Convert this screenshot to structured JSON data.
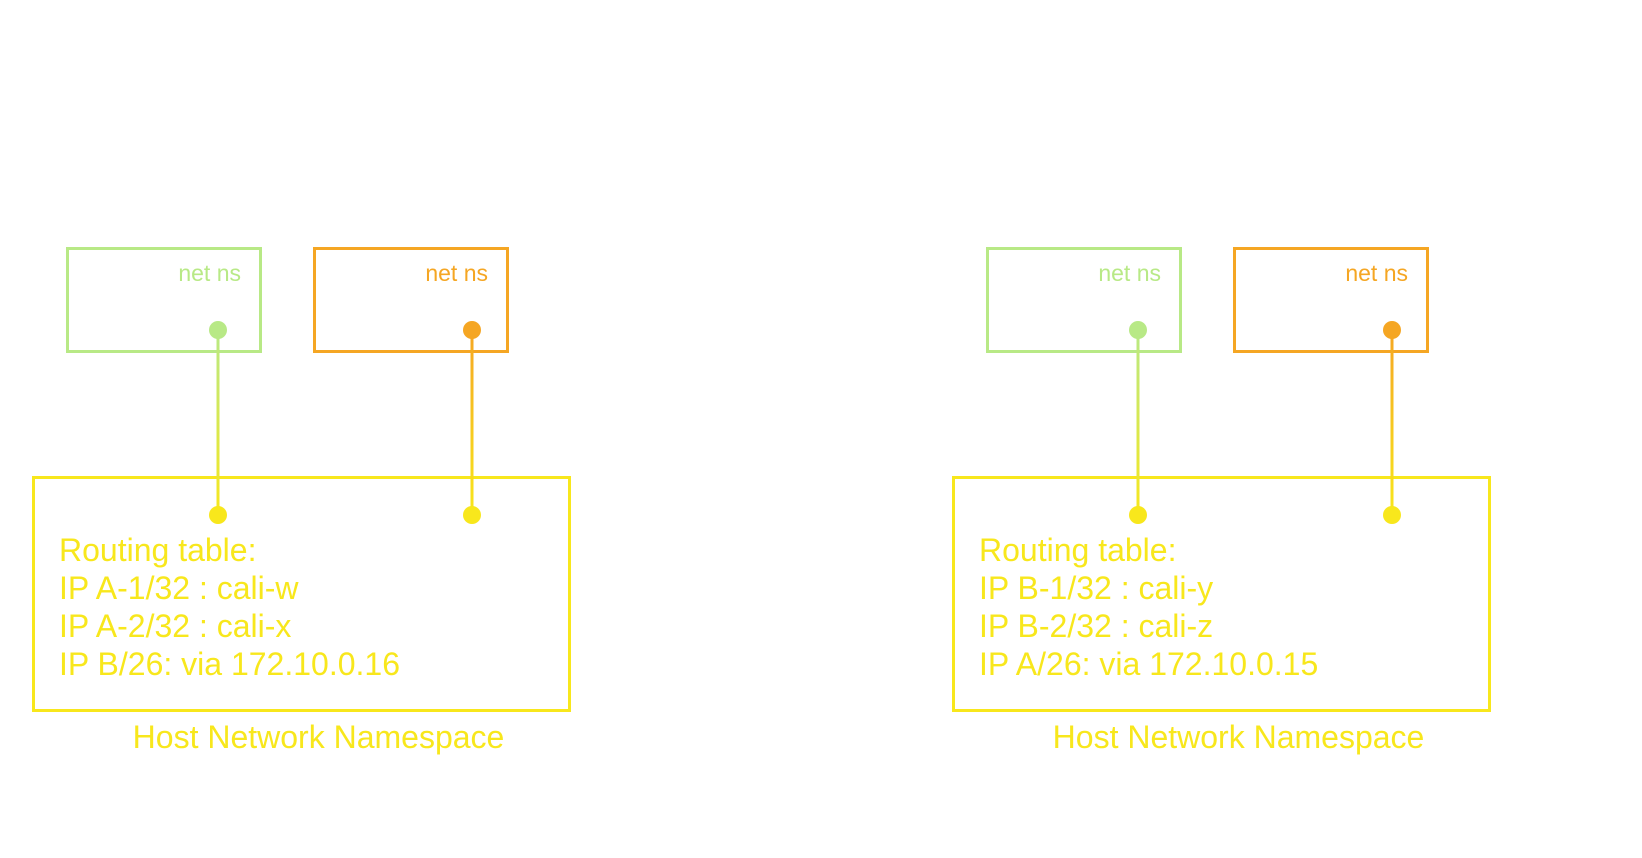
{
  "colors": {
    "green": "#B8E986",
    "orange": "#F5A623",
    "yellow": "#F8E71C"
  },
  "left_host": {
    "pod1_label": "net ns",
    "pod2_label": "net ns",
    "routing_title": "Routing table:",
    "routes": [
      "IP A-1/32 : cali-w",
      "IP A-2/32 : cali-x",
      "IP B/26: via 172.10.0.16"
    ],
    "namespace_label": "Host Network Namespace"
  },
  "right_host": {
    "pod1_label": "net ns",
    "pod2_label": "net ns",
    "routing_title": "Routing table:",
    "routes": [
      "IP B-1/32 : cali-y",
      "IP B-2/32 : cali-z",
      "IP A/26: via 172.10.0.15"
    ],
    "namespace_label": "Host Network Namespace"
  }
}
